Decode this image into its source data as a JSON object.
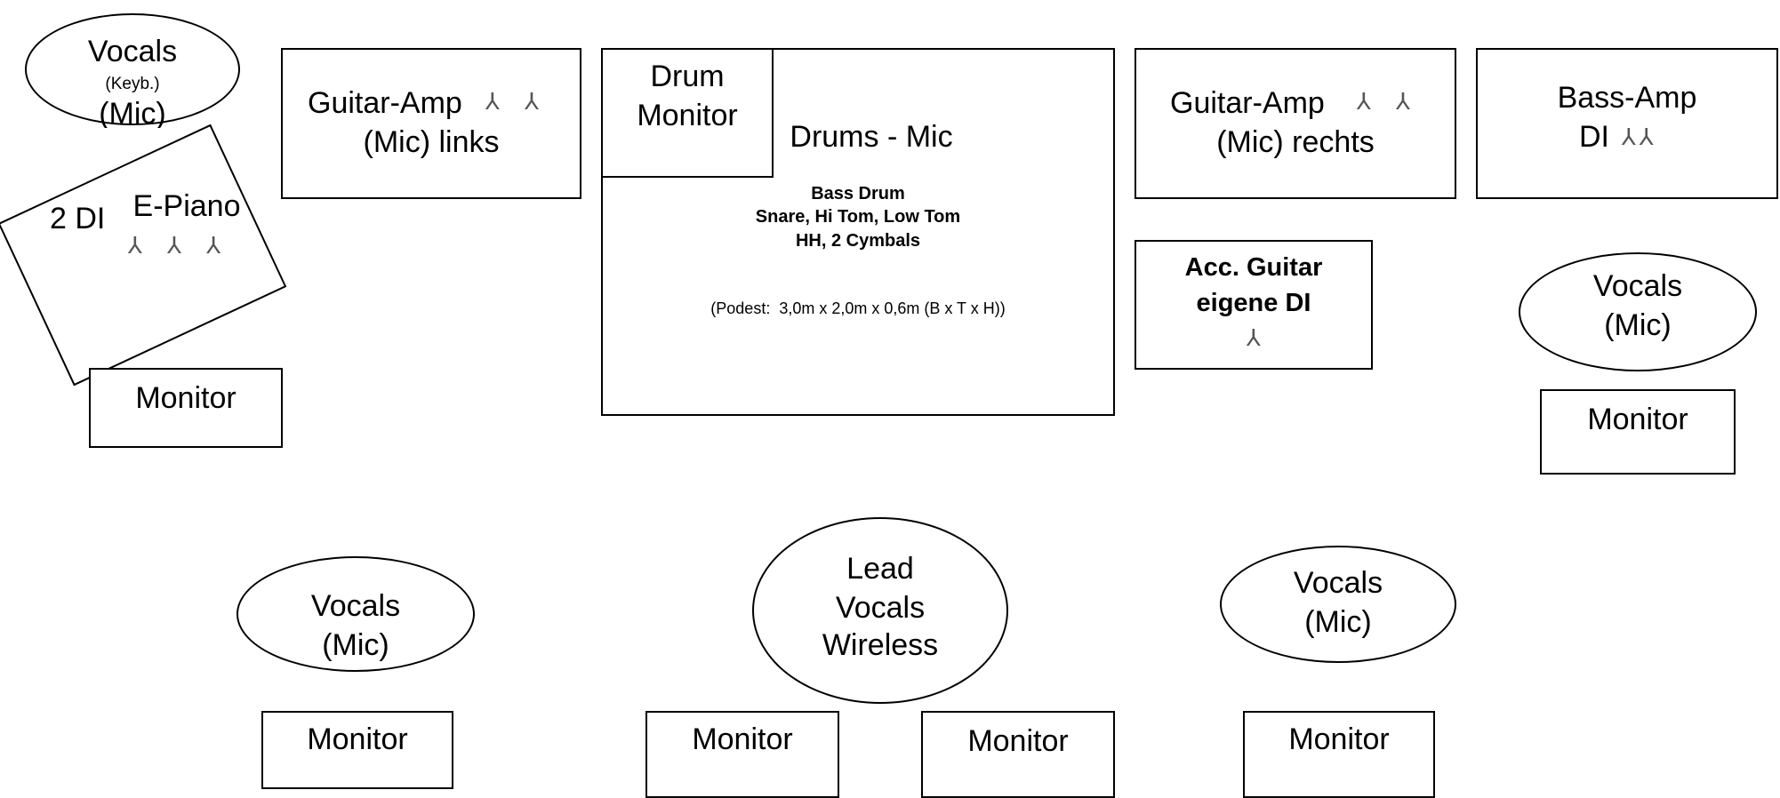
{
  "mic_symbol": "⅄",
  "top_left_vocals": {
    "label": "Vocals",
    "sub": "(Keyb.)",
    "mic": "(Mic)"
  },
  "guitar_amp_left": {
    "line1": "Guitar-Amp",
    "mics": "⅄ ⅄",
    "line2": "(Mic) links"
  },
  "e_piano": {
    "line1": "E-Piano",
    "line2": "2 DI",
    "mics": "⅄ ⅄ ⅄"
  },
  "monitor_left": "Monitor",
  "drums": {
    "monitor_line1": "Drum",
    "monitor_line2": "Monitor",
    "title": "Drums - Mic",
    "detail1": "Bass Drum",
    "detail2": "Snare, Hi Tom, Low Tom",
    "detail3": "HH, 2 Cymbals",
    "podest": "(Podest:  3,0m x 2,0m x 0,6m (B x T x H))"
  },
  "guitar_amp_right": {
    "line1": "Guitar-Amp",
    "mics": "⅄ ⅄",
    "line2": "(Mic) rechts"
  },
  "bass_amp": {
    "line1": "Bass-Amp",
    "line2": "DI",
    "mics": "⅄⅄"
  },
  "acc_guitar": {
    "line1": "Acc. Guitar",
    "line2": "eigene DI",
    "mic": "⅄"
  },
  "right_vocals": {
    "label": "Vocals",
    "mic": "(Mic)"
  },
  "monitor_right": "Monitor",
  "bottom_left_vocals": {
    "label": "Vocals",
    "mic": "(Mic)"
  },
  "lead_vocals": {
    "line1": "Lead",
    "line2": "Vocals",
    "line3": "Wireless"
  },
  "bottom_right_vocals": {
    "label": "Vocals",
    "mic": "(Mic)"
  },
  "monitor_bottom_1": "Monitor",
  "monitor_bottom_2": "Monitor",
  "monitor_bottom_3": "Monitor",
  "monitor_bottom_4": "Monitor"
}
